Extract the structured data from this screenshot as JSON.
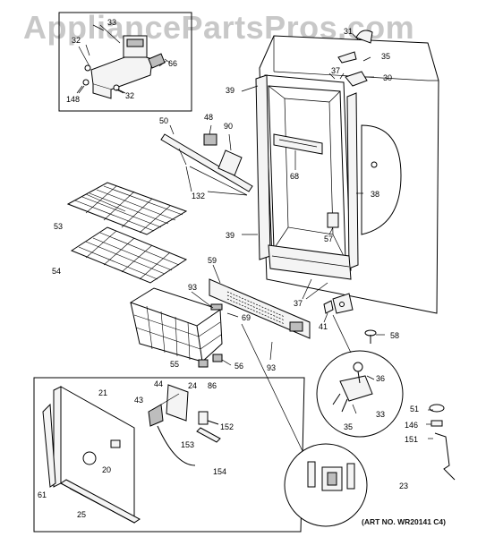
{
  "watermark": "AppliancePartsPros.com",
  "art_number": "(ART NO. WR20141 C4)",
  "callouts": [
    {
      "id": "c33",
      "text": "33"
    },
    {
      "id": "c32a",
      "text": "32"
    },
    {
      "id": "c66",
      "text": "66"
    },
    {
      "id": "c148",
      "text": "148"
    },
    {
      "id": "c32b",
      "text": "32"
    },
    {
      "id": "c31",
      "text": "31"
    },
    {
      "id": "c35a",
      "text": "35"
    },
    {
      "id": "c37a",
      "text": "37"
    },
    {
      "id": "c30",
      "text": "30"
    },
    {
      "id": "c39a",
      "text": "39"
    },
    {
      "id": "c50",
      "text": "50"
    },
    {
      "id": "c48",
      "text": "48"
    },
    {
      "id": "c90",
      "text": "90"
    },
    {
      "id": "c68",
      "text": "68"
    },
    {
      "id": "c38",
      "text": "38"
    },
    {
      "id": "c132",
      "text": "132"
    },
    {
      "id": "c53",
      "text": "53"
    },
    {
      "id": "c39b",
      "text": "39"
    },
    {
      "id": "c57",
      "text": "57"
    },
    {
      "id": "c54",
      "text": "54"
    },
    {
      "id": "c59",
      "text": "59"
    },
    {
      "id": "c93a",
      "text": "93"
    },
    {
      "id": "c37b",
      "text": "37"
    },
    {
      "id": "c69",
      "text": "69"
    },
    {
      "id": "c41",
      "text": "41"
    },
    {
      "id": "c58",
      "text": "58"
    },
    {
      "id": "c55",
      "text": "55"
    },
    {
      "id": "c56",
      "text": "56"
    },
    {
      "id": "c93b",
      "text": "93"
    },
    {
      "id": "c36",
      "text": "36"
    },
    {
      "id": "c21",
      "text": "21"
    },
    {
      "id": "c44",
      "text": "44"
    },
    {
      "id": "c24",
      "text": "24"
    },
    {
      "id": "c86",
      "text": "86"
    },
    {
      "id": "c43",
      "text": "43"
    },
    {
      "id": "c152",
      "text": "152"
    },
    {
      "id": "c33b",
      "text": "33"
    },
    {
      "id": "c35b",
      "text": "35"
    },
    {
      "id": "c153",
      "text": "153"
    },
    {
      "id": "c51",
      "text": "51"
    },
    {
      "id": "c146",
      "text": "146"
    },
    {
      "id": "c151",
      "text": "151"
    },
    {
      "id": "c20",
      "text": "20"
    },
    {
      "id": "c154",
      "text": "154"
    },
    {
      "id": "c61",
      "text": "61"
    },
    {
      "id": "c25",
      "text": "25"
    },
    {
      "id": "c23",
      "text": "23"
    }
  ]
}
